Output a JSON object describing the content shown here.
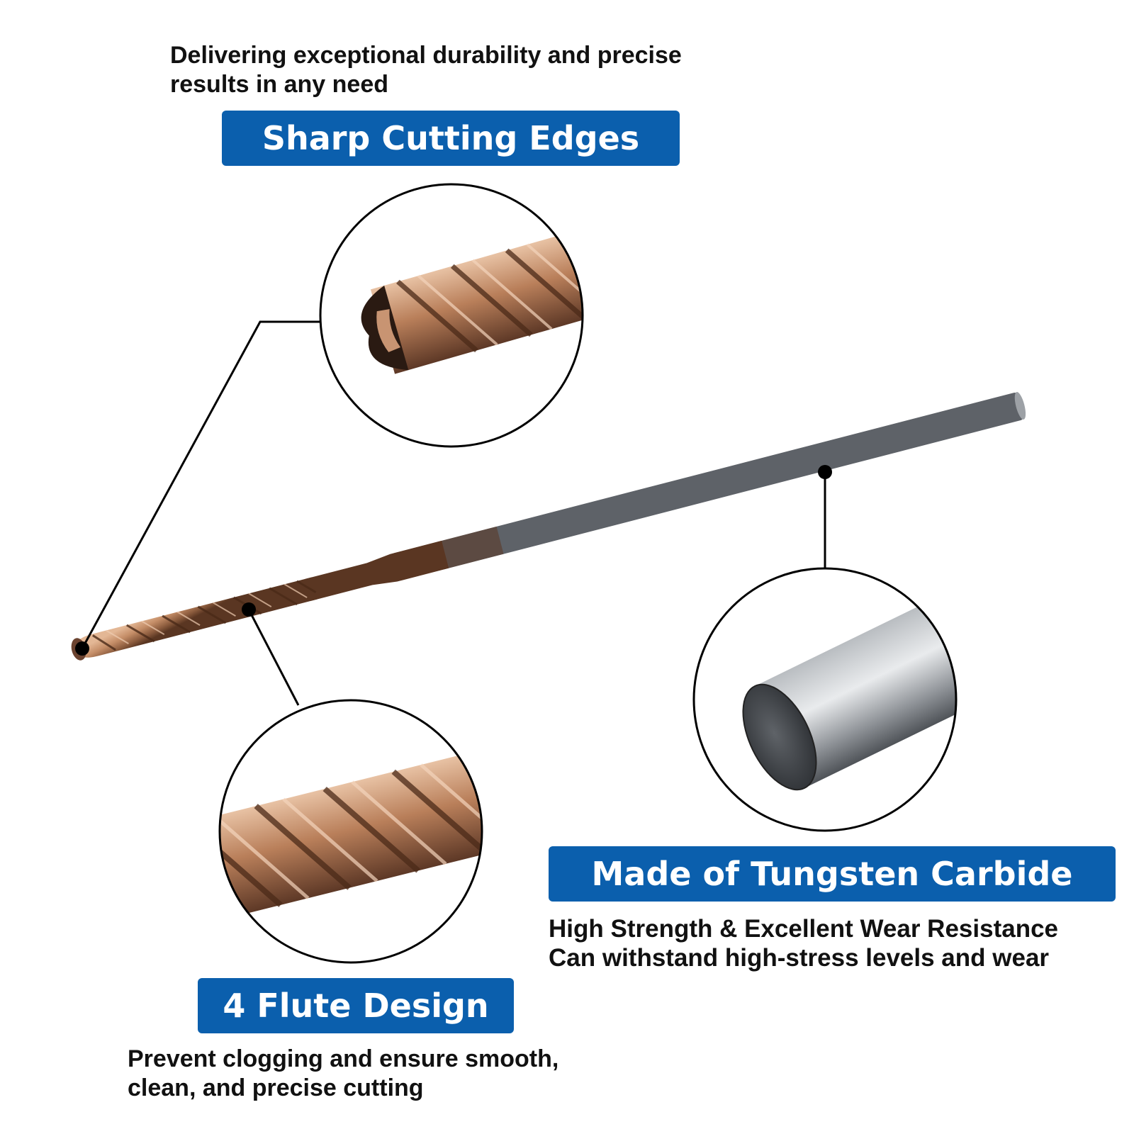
{
  "colors": {
    "banner_blue": "#0b5fad",
    "copper": "#b07a57",
    "carbide_gray": "#8f9397",
    "text": "#111111"
  },
  "features": {
    "sharp_edges": {
      "title": "Sharp Cutting Edges",
      "description": [
        "Delivering exceptional durability and precise",
        "results in any need"
      ]
    },
    "tungsten_carbide": {
      "title": "Made of Tungsten Carbide",
      "description": [
        "High Strength & Excellent Wear Resistance",
        "Can withstand high-stress levels and wear"
      ]
    },
    "flute_design": {
      "title": "4 Flute Design",
      "description": [
        "Prevent clogging and ensure smooth,",
        "clean, and precise cutting"
      ]
    }
  }
}
